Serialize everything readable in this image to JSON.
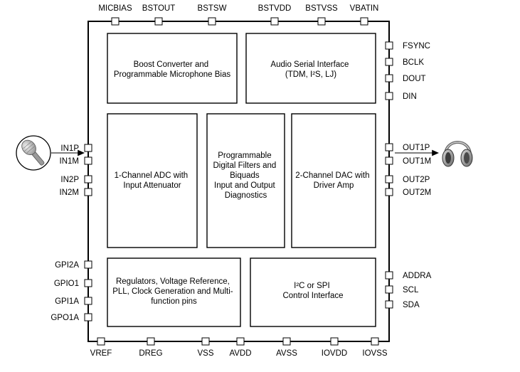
{
  "pins": {
    "top": [
      "MICBIAS",
      "BSTOUT",
      "BSTSW",
      "BSTVDD",
      "BSTVSS",
      "VBATIN"
    ],
    "bottom": [
      "VREF",
      "DREG",
      "VSS",
      "AVDD",
      "AVSS",
      "IOVDD",
      "IOVSS"
    ],
    "right_upper": [
      "FSYNC",
      "BCLK",
      "DOUT",
      "DIN"
    ],
    "right_middle": [
      "OUT1P",
      "OUT1M",
      "OUT2P",
      "OUT2M"
    ],
    "right_lower": [
      "ADDRA",
      "SCL",
      "SDA"
    ],
    "left_middle": [
      "IN1P",
      "IN1M",
      "IN2P",
      "IN2M"
    ],
    "left_lower": [
      "GPI2A",
      "GPIO1",
      "GPI1A",
      "GPO1A"
    ]
  },
  "blocks": {
    "boost": [
      "Boost Converter and",
      "Programmable Microphone Bias"
    ],
    "asi": [
      "Audio Serial Interface",
      "(TDM, I²S, LJ)"
    ],
    "adc": [
      "1-Channel ADC with",
      "Input Attenuator"
    ],
    "dsp": [
      "Programmable",
      "Digital Filters and",
      "Biquads",
      "",
      "Input and Output",
      "Diagnostics"
    ],
    "dac": [
      "2-Channel DAC with",
      "Driver Amp"
    ],
    "regulators": [
      "Regulators, Voltage Reference,",
      "PLL, Clock Generation and Multi-",
      "function pins"
    ],
    "control": [
      "I²C or SPI",
      "Control Interface"
    ]
  },
  "icons": {
    "microphone": "microphone-icon",
    "headphones": "headphones-icon",
    "input_arrow": "arrow-right-icon",
    "output_arrow": "arrow-right-icon"
  }
}
